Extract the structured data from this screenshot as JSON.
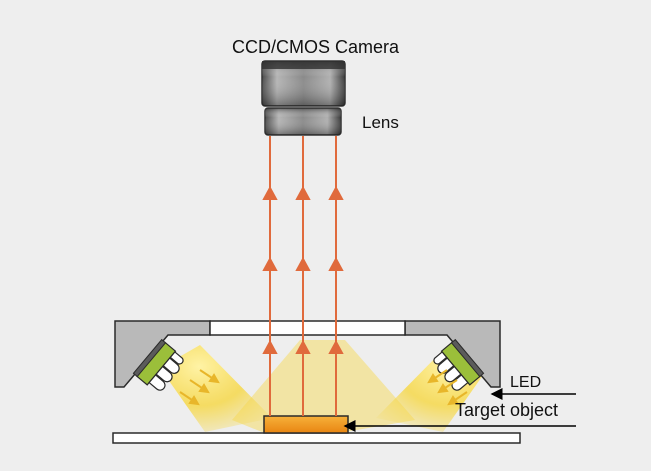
{
  "labels": {
    "camera": "CCD/CMOS Camera",
    "lens": "Lens",
    "led": "LED",
    "target": "Target object"
  },
  "colors": {
    "background": "#eeeeee",
    "ray": "#e06a3c",
    "light": "#f6d84a",
    "target_fill": "#f39a1f",
    "led_body": "#9bbf3a",
    "camera_dark": "#3f3f3f",
    "camera_light": "#a9a9a9"
  }
}
